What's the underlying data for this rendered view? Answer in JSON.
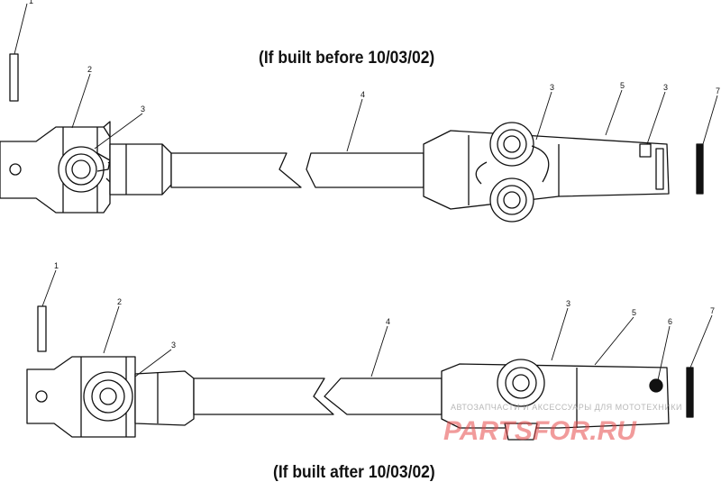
{
  "captions": {
    "top": "(If built before 10/03/02)",
    "bottom": "(If built after 10/03/02)"
  },
  "callouts_top": [
    "1",
    "2",
    "3",
    "4",
    "3",
    "5",
    "3",
    "7"
  ],
  "callouts_bottom": [
    "1",
    "2",
    "3",
    "4",
    "3",
    "5",
    "6",
    "7"
  ],
  "watermark": {
    "brand": "PARTSFOR.RU",
    "tagline": "АВТОЗАПЧАСТИ И АКСЕССУАРЫ ДЛЯ МОТОТЕХНИКИ"
  },
  "colors": {
    "line": "#111111",
    "watermark": "#e74a4a"
  }
}
